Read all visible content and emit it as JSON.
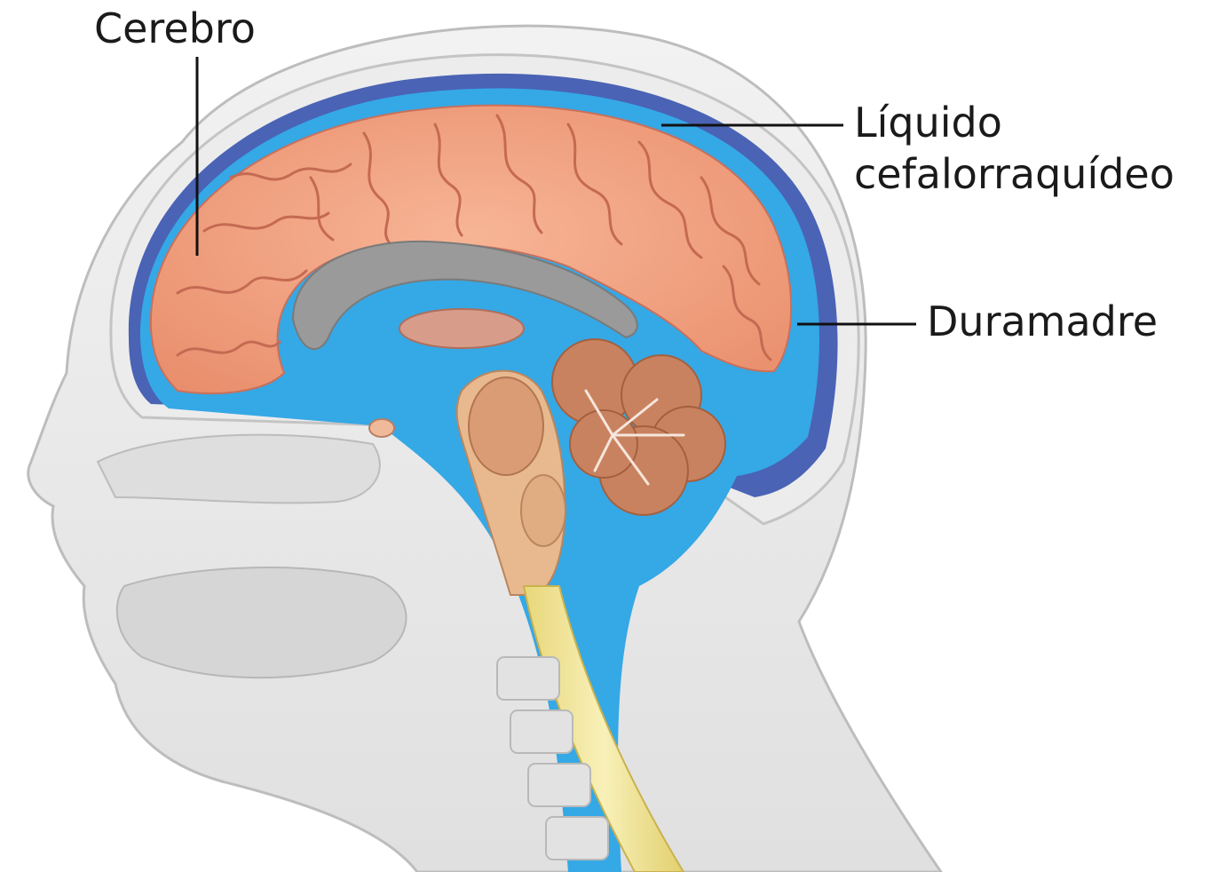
{
  "labels": {
    "cerebro": "Cerebro",
    "liquido_line1": "Líquido",
    "liquido_line2": "cefalorraquídeo",
    "duramadre": "Duramadre"
  },
  "colors": {
    "csf": "#35a8e6",
    "dura": "#4a63b5",
    "brain": "#f0a07e",
    "cerebellum": "#c9825f",
    "spinal_cord": "#efe49a",
    "tissue": "#dcdcdc",
    "skull": "#e9e9e9"
  }
}
